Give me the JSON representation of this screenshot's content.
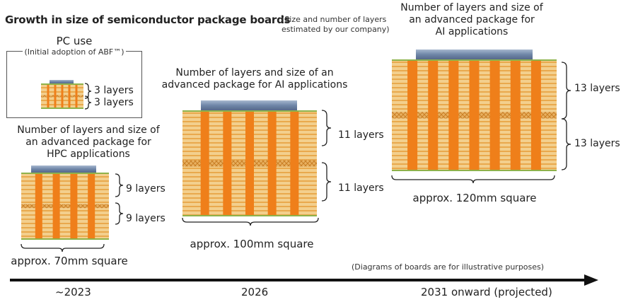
{
  "title": "Growth in size of semiconductor package boards",
  "estimate_note": "(Size and number of layers\nestimated by our company)",
  "illustrative_note": "(Diagrams of boards are for illustrative purposes)",
  "pc": {
    "label": "PC use",
    "sub": "(Initial adoption of ABF™)",
    "layers_top": "3 layers",
    "layers_bottom": "3 layers"
  },
  "hpc": {
    "label": "Number of layers and size of\nan advanced package for\nHPC applications",
    "layers_top": "9 layers",
    "layers_bottom": "9 layers",
    "size": "approx. 70mm square"
  },
  "ai2026": {
    "label": "Number of layers and size of an\nadvanced package for AI applications",
    "layers_top": "11 layers",
    "layers_bottom": "11 layers",
    "size": "approx. 100mm square"
  },
  "ai2031": {
    "label": "Number of layers and size of\nan advanced package for\nAI applications",
    "layers_top": "13 layers",
    "layers_bottom": "13 layers",
    "size": "approx. 120mm square"
  },
  "timeline": {
    "year1": "~2023",
    "year2": "2026",
    "year3": "2031 onward (projected)"
  },
  "colors": {
    "board_base": "#f0c27a",
    "stripe": "#e8a040",
    "via": "#ef7f1a",
    "core": "#d98e2e",
    "chip": "#7e95b5",
    "green_edge": "#8fb24a"
  }
}
